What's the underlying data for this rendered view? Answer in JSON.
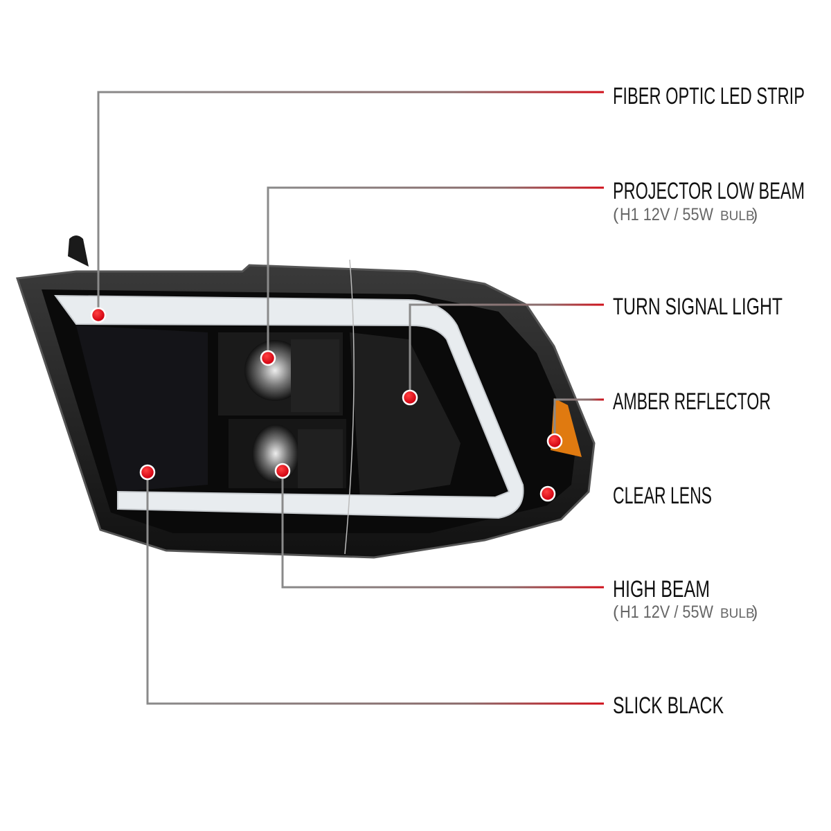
{
  "colors": {
    "line_start": "#8a8a8a",
    "line_end": "#d0101a",
    "dot": "#e30613",
    "label": "#111111",
    "sublabel": "#666666",
    "amber": "#e07a10"
  },
  "callouts": [
    {
      "label": "FIBER OPTIC LED STRIP"
    },
    {
      "label": "PROJECTOR LOW BEAM",
      "sub_open": "(",
      "sub_main": "H1  12V / 55W",
      "sub_small": "BULB",
      "sub_close": ")"
    },
    {
      "label": "TURN SIGNAL LIGHT"
    },
    {
      "label": "AMBER REFLECTOR"
    },
    {
      "label": "CLEAR LENS"
    },
    {
      "label": "HIGH BEAM",
      "sub_open": "(",
      "sub_main": "H1  12V / 55W",
      "sub_small": "BULB",
      "sub_close": ")"
    },
    {
      "label": "SLICK BLACK"
    }
  ]
}
